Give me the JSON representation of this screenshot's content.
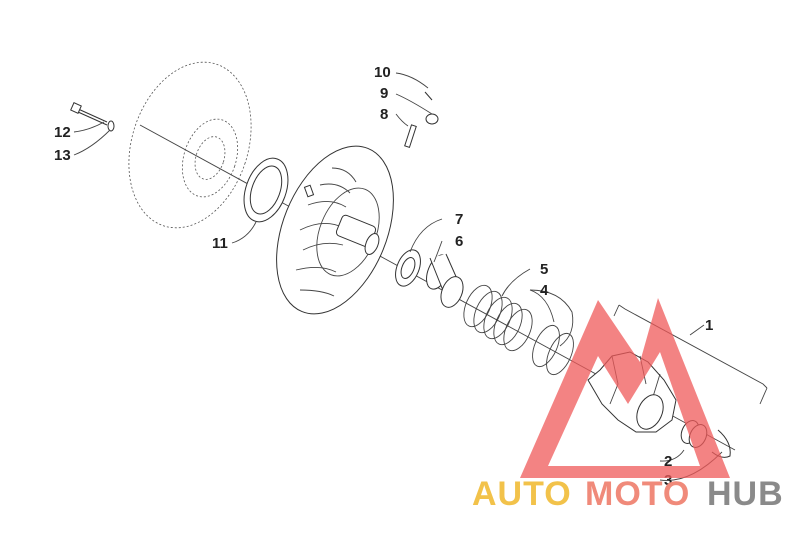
{
  "diagram": {
    "callouts": [
      {
        "id": "1",
        "label": "1"
      },
      {
        "id": "2",
        "label": "2"
      },
      {
        "id": "3",
        "label": "3"
      },
      {
        "id": "4",
        "label": "4"
      },
      {
        "id": "5",
        "label": "5"
      },
      {
        "id": "6",
        "label": "6"
      },
      {
        "id": "7",
        "label": "7"
      },
      {
        "id": "8",
        "label": "8"
      },
      {
        "id": "9",
        "label": "9"
      },
      {
        "id": "10",
        "label": "10"
      },
      {
        "id": "11",
        "label": "11"
      },
      {
        "id": "12",
        "label": "12"
      },
      {
        "id": "13",
        "label": "13"
      }
    ]
  },
  "watermark": {
    "part1": "AUTO",
    "part2": "MOTO",
    "part3": "HUB",
    "colors": {
      "auto": "#f2c24a",
      "moto": "#f08a7a",
      "hub": "#8a8a8a",
      "logo": "#ef5a5a"
    }
  }
}
